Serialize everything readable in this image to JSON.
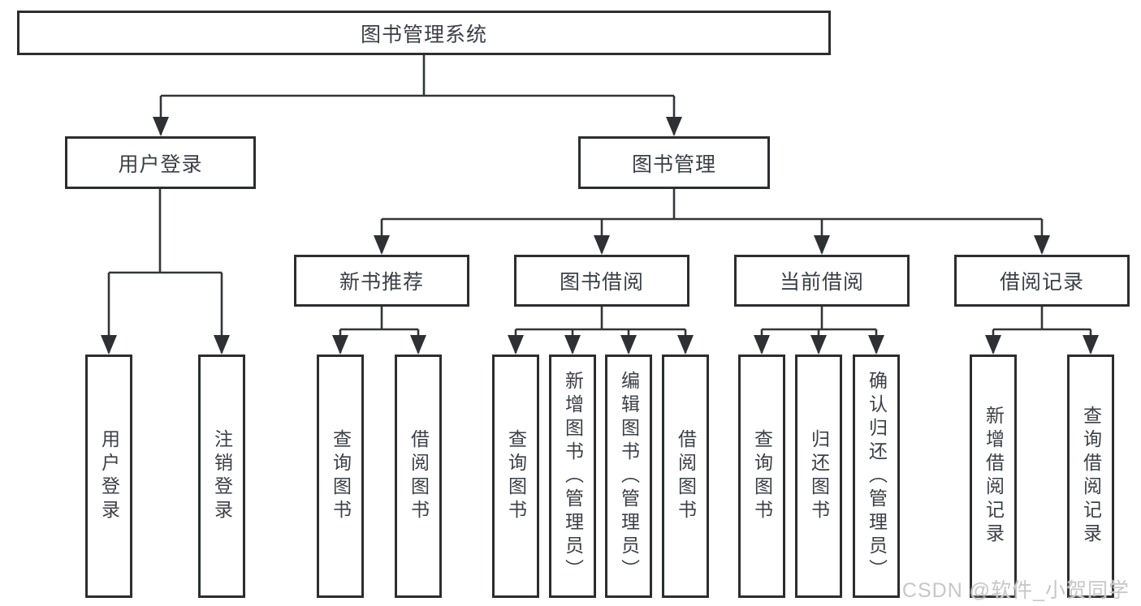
{
  "diagram": {
    "root": "图书管理系统",
    "branches": [
      {
        "label": "用户登录",
        "children": [
          "用户登录",
          "注销登录"
        ]
      },
      {
        "label": "图书管理",
        "sections": [
          {
            "label": "新书推荐",
            "children": [
              "查询图书",
              "借阅图书"
            ]
          },
          {
            "label": "图书借阅",
            "children": [
              "查询图书",
              "新增图书（管理员）",
              "编辑图书（管理员）",
              "借阅图书"
            ]
          },
          {
            "label": "当前借阅",
            "children": [
              "查询图书",
              "归还图书",
              "确认归还（管理员）"
            ]
          },
          {
            "label": "借阅记录",
            "children": [
              "新增借阅记录",
              "查询借阅记录"
            ]
          }
        ]
      }
    ]
  },
  "watermark": "CSDN @软件_小贺同学",
  "colors": {
    "line": "#333538",
    "border": "#2c2d2f",
    "text": "#3b3f46",
    "watermark": "#c7c7c8",
    "background": "#ffffff"
  }
}
